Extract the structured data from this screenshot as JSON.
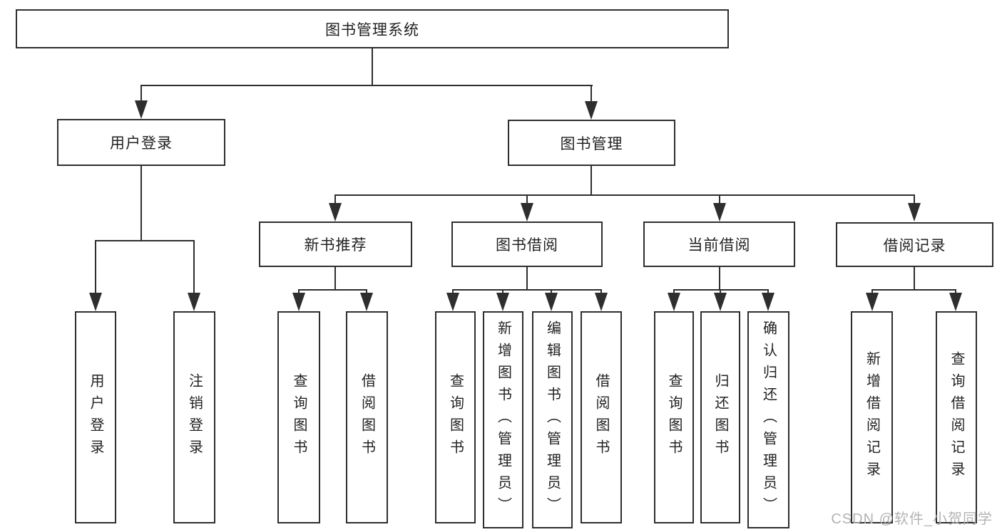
{
  "diagram": {
    "root": {
      "label": "图书管理系统"
    },
    "branches": {
      "user_login": {
        "label": "用户登录",
        "children": [
          {
            "label": "用户登录"
          },
          {
            "label": "注销登录"
          }
        ]
      },
      "book_management": {
        "label": "图书管理",
        "groups": [
          {
            "label": "新书推荐",
            "children": [
              {
                "label": "查询图书"
              },
              {
                "label": "借阅图书"
              }
            ]
          },
          {
            "label": "图书借阅",
            "children": [
              {
                "label": "查询图书"
              },
              {
                "label": "新增图书（管理员）"
              },
              {
                "label": "编辑图书（管理员）"
              },
              {
                "label": "借阅图书"
              }
            ]
          },
          {
            "label": "当前借阅",
            "children": [
              {
                "label": "查询图书"
              },
              {
                "label": "归还图书"
              },
              {
                "label": "确认归还（管理员）"
              }
            ]
          },
          {
            "label": "借阅记录",
            "children": [
              {
                "label": "新增借阅记录"
              },
              {
                "label": "查询借阅记录"
              }
            ]
          }
        ]
      }
    }
  },
  "watermark": {
    "text": "CSDN @软件_小贺同学",
    "color": "#b3b3b3"
  },
  "colors": {
    "line": "#2e2e2e",
    "text": "#222222",
    "background": "#ffffff"
  }
}
